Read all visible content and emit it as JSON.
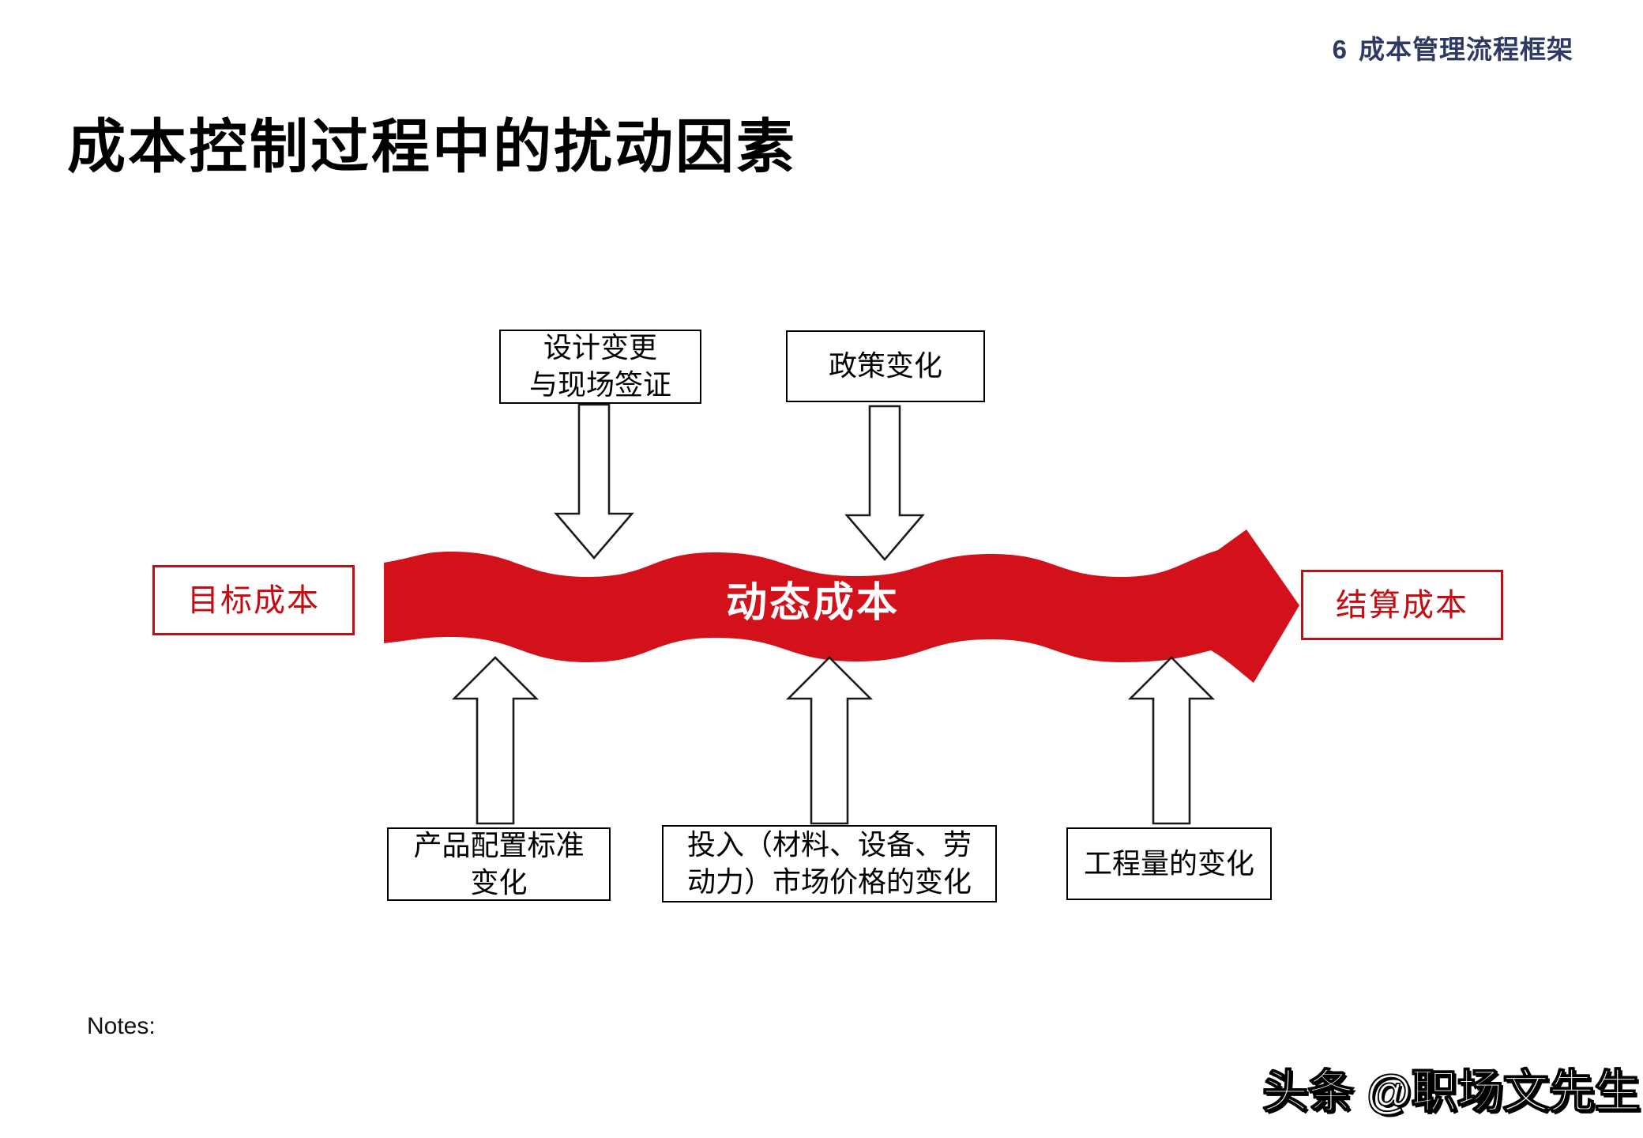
{
  "page_header": {
    "number": "6",
    "title": "成本管理流程框架"
  },
  "title": "成本控制过程中的扰动因素",
  "diagram": {
    "nodes": {
      "start": "目标成本",
      "middle": "动态成本",
      "end": "结算成本"
    },
    "factors_top": [
      {
        "line1": "设计变更",
        "line2": "与现场签证"
      },
      {
        "line1": "政策变化"
      }
    ],
    "factors_bottom": [
      {
        "line1": "产品配置标准",
        "line2": "变化"
      },
      {
        "line1": "投入（材料、设备、劳",
        "line2": "动力）市场价格的变化"
      },
      {
        "line1": "工程量的变化"
      }
    ]
  },
  "notes_label": "Notes:",
  "watermark": "头条 @职场文先生",
  "colors": {
    "band_red": "#d2111b",
    "cost_box_red": "#c40d13",
    "header_blue": "#2f3a64",
    "box_border_black": "#000000"
  }
}
